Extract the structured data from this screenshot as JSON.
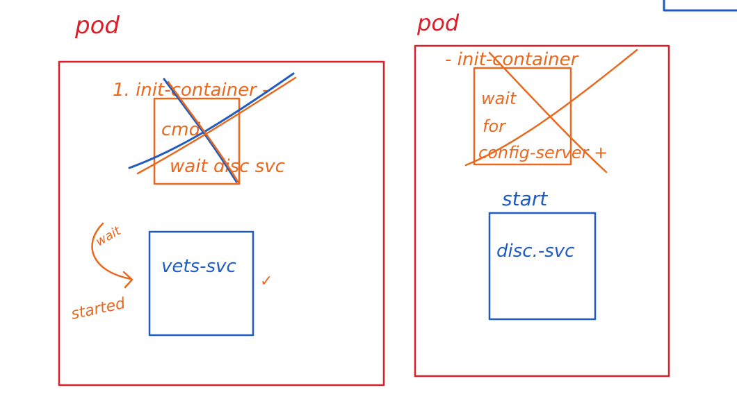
{
  "colors": {
    "pod_red": "#d9202a",
    "init_orange": "#e8681e",
    "app_blue": "#1f5bc0"
  },
  "left_pod": {
    "label": "pod",
    "init_label": "1. init-container -",
    "init_box_lines": [
      "cmd",
      "wait disc svc"
    ],
    "wait_note": "wait",
    "started_note": "started",
    "app_label": "vets-svc",
    "check_mark": "✓"
  },
  "right_pod": {
    "label": "pod",
    "init_label": "- init-container",
    "init_box_lines": [
      "wait",
      "for",
      "config-server +"
    ],
    "start_label": "start",
    "app_label": "disc.-svc"
  }
}
